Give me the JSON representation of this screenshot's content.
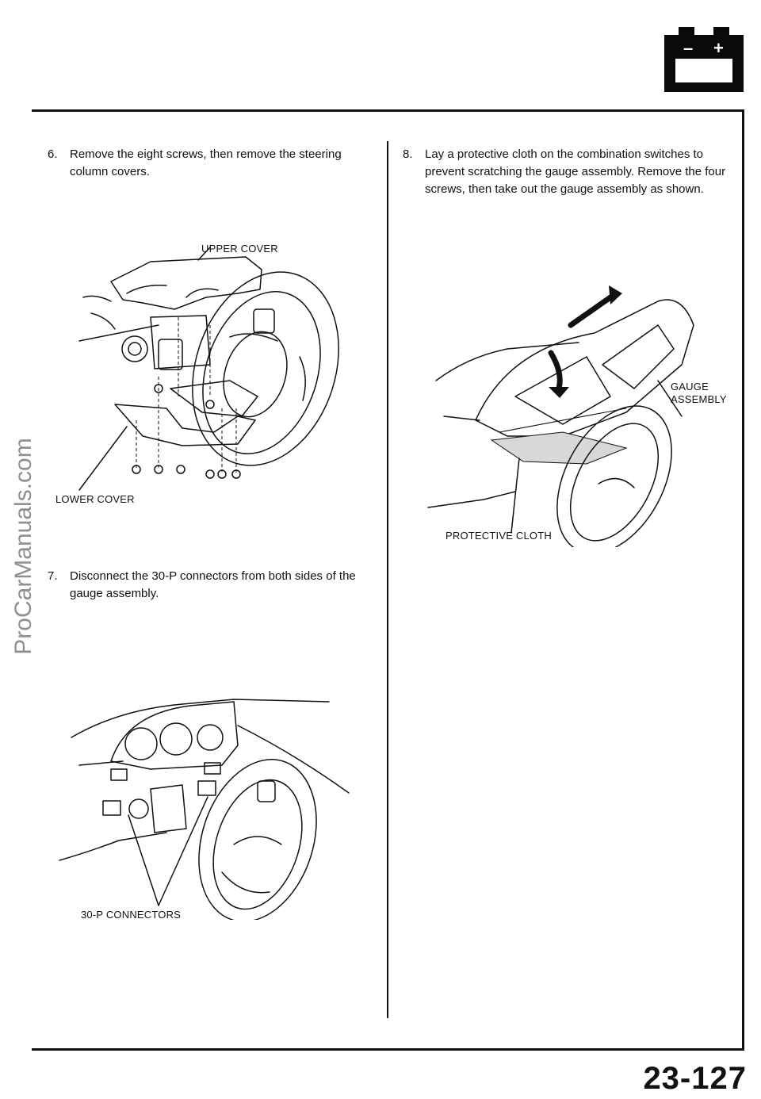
{
  "header": {
    "icon": "battery-icon",
    "icon_minus": "–",
    "icon_plus": "+"
  },
  "steps": [
    {
      "number": "6.",
      "text": "Remove the eight screws, then remove the steering column covers."
    },
    {
      "number": "7.",
      "text": "Disconnect the 30-P connectors from both sides of the gauge assembly."
    },
    {
      "number": "8.",
      "text": "Lay a protective cloth on the combination switches to prevent scratching the gauge assembly. Remove the four screws, then take out the gauge assembly as shown."
    }
  ],
  "labels": {
    "upper_cover": "UPPER COVER",
    "lower_cover": "LOWER COVER",
    "connectors": "30-P CONNECTORS",
    "gauge_line1": "GAUGE",
    "gauge_line2": "ASSEMBLY",
    "protective_cloth": "PROTECTIVE CLOTH"
  },
  "watermark": "ProCarManuals.com",
  "page_number": "23-127"
}
